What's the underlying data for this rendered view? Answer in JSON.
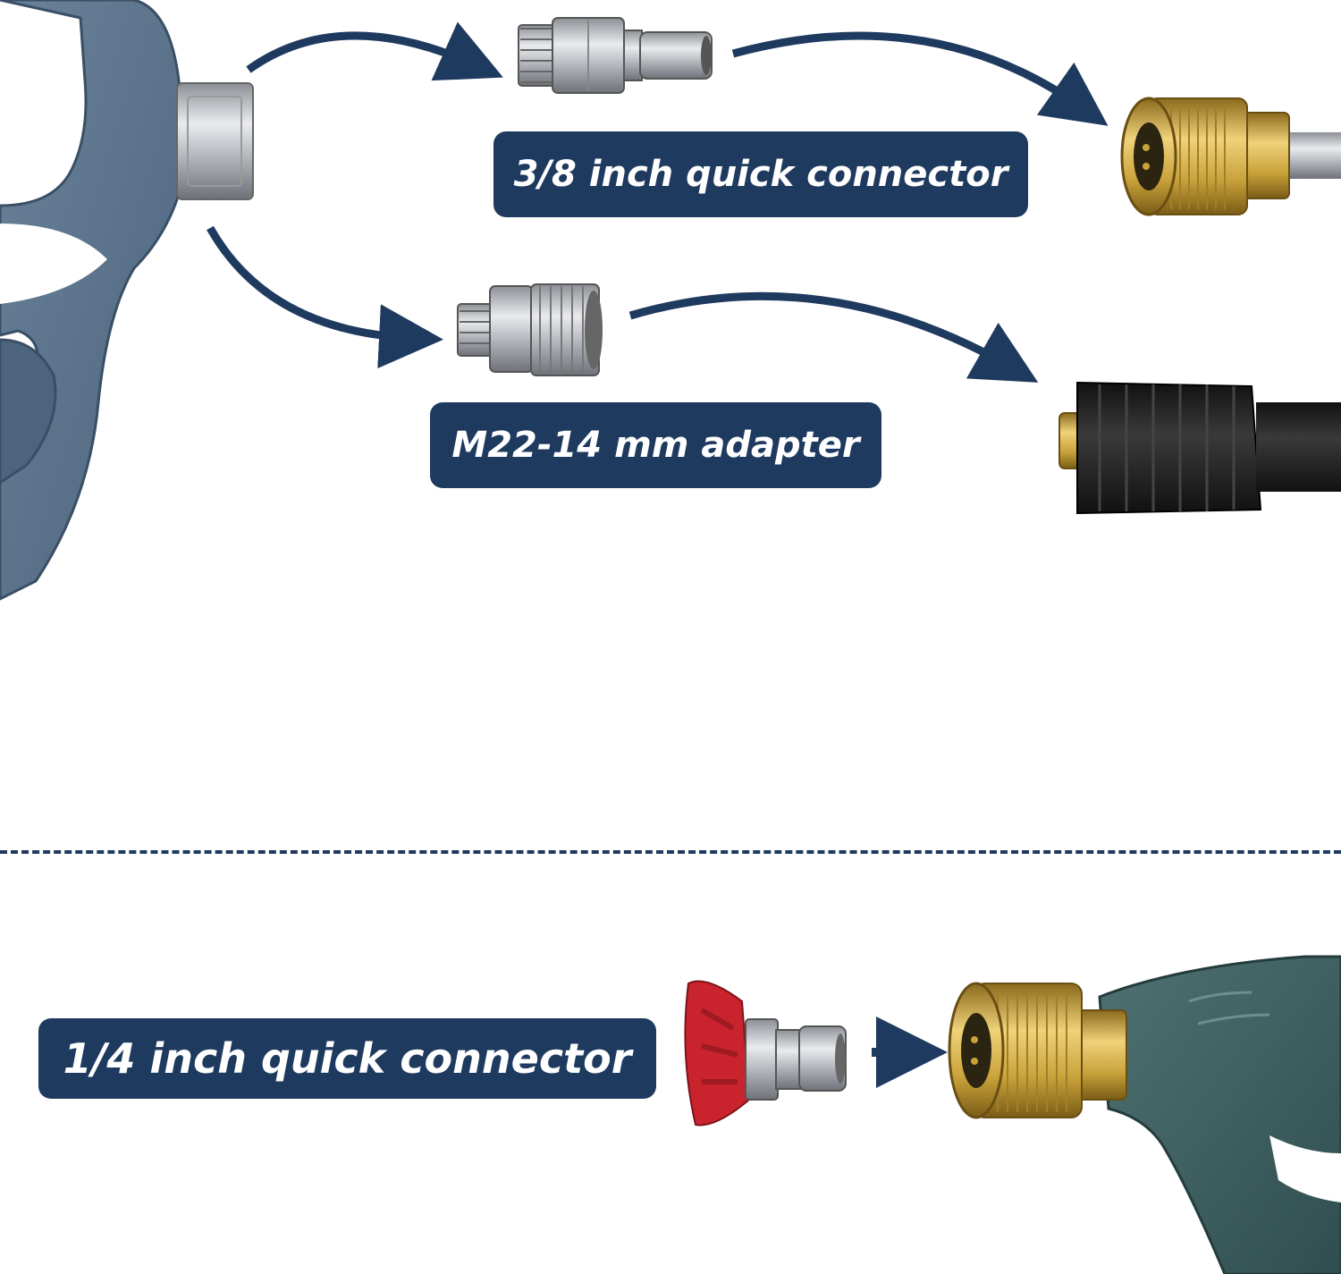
{
  "colors": {
    "navy": "#1f3a5f",
    "gun_top": "#56708c",
    "gun_bottom": "#3f5f61",
    "steel": "#b8bcc2",
    "brass": "#c9a23a",
    "rubber": "#222222",
    "nozzle_red": "#c9242e"
  },
  "labels": {
    "three_eighths": "3/8 inch quick connector",
    "m22_adapter": "M22-14 mm adapter",
    "quarter_inch": "1/4 inch quick connector"
  }
}
